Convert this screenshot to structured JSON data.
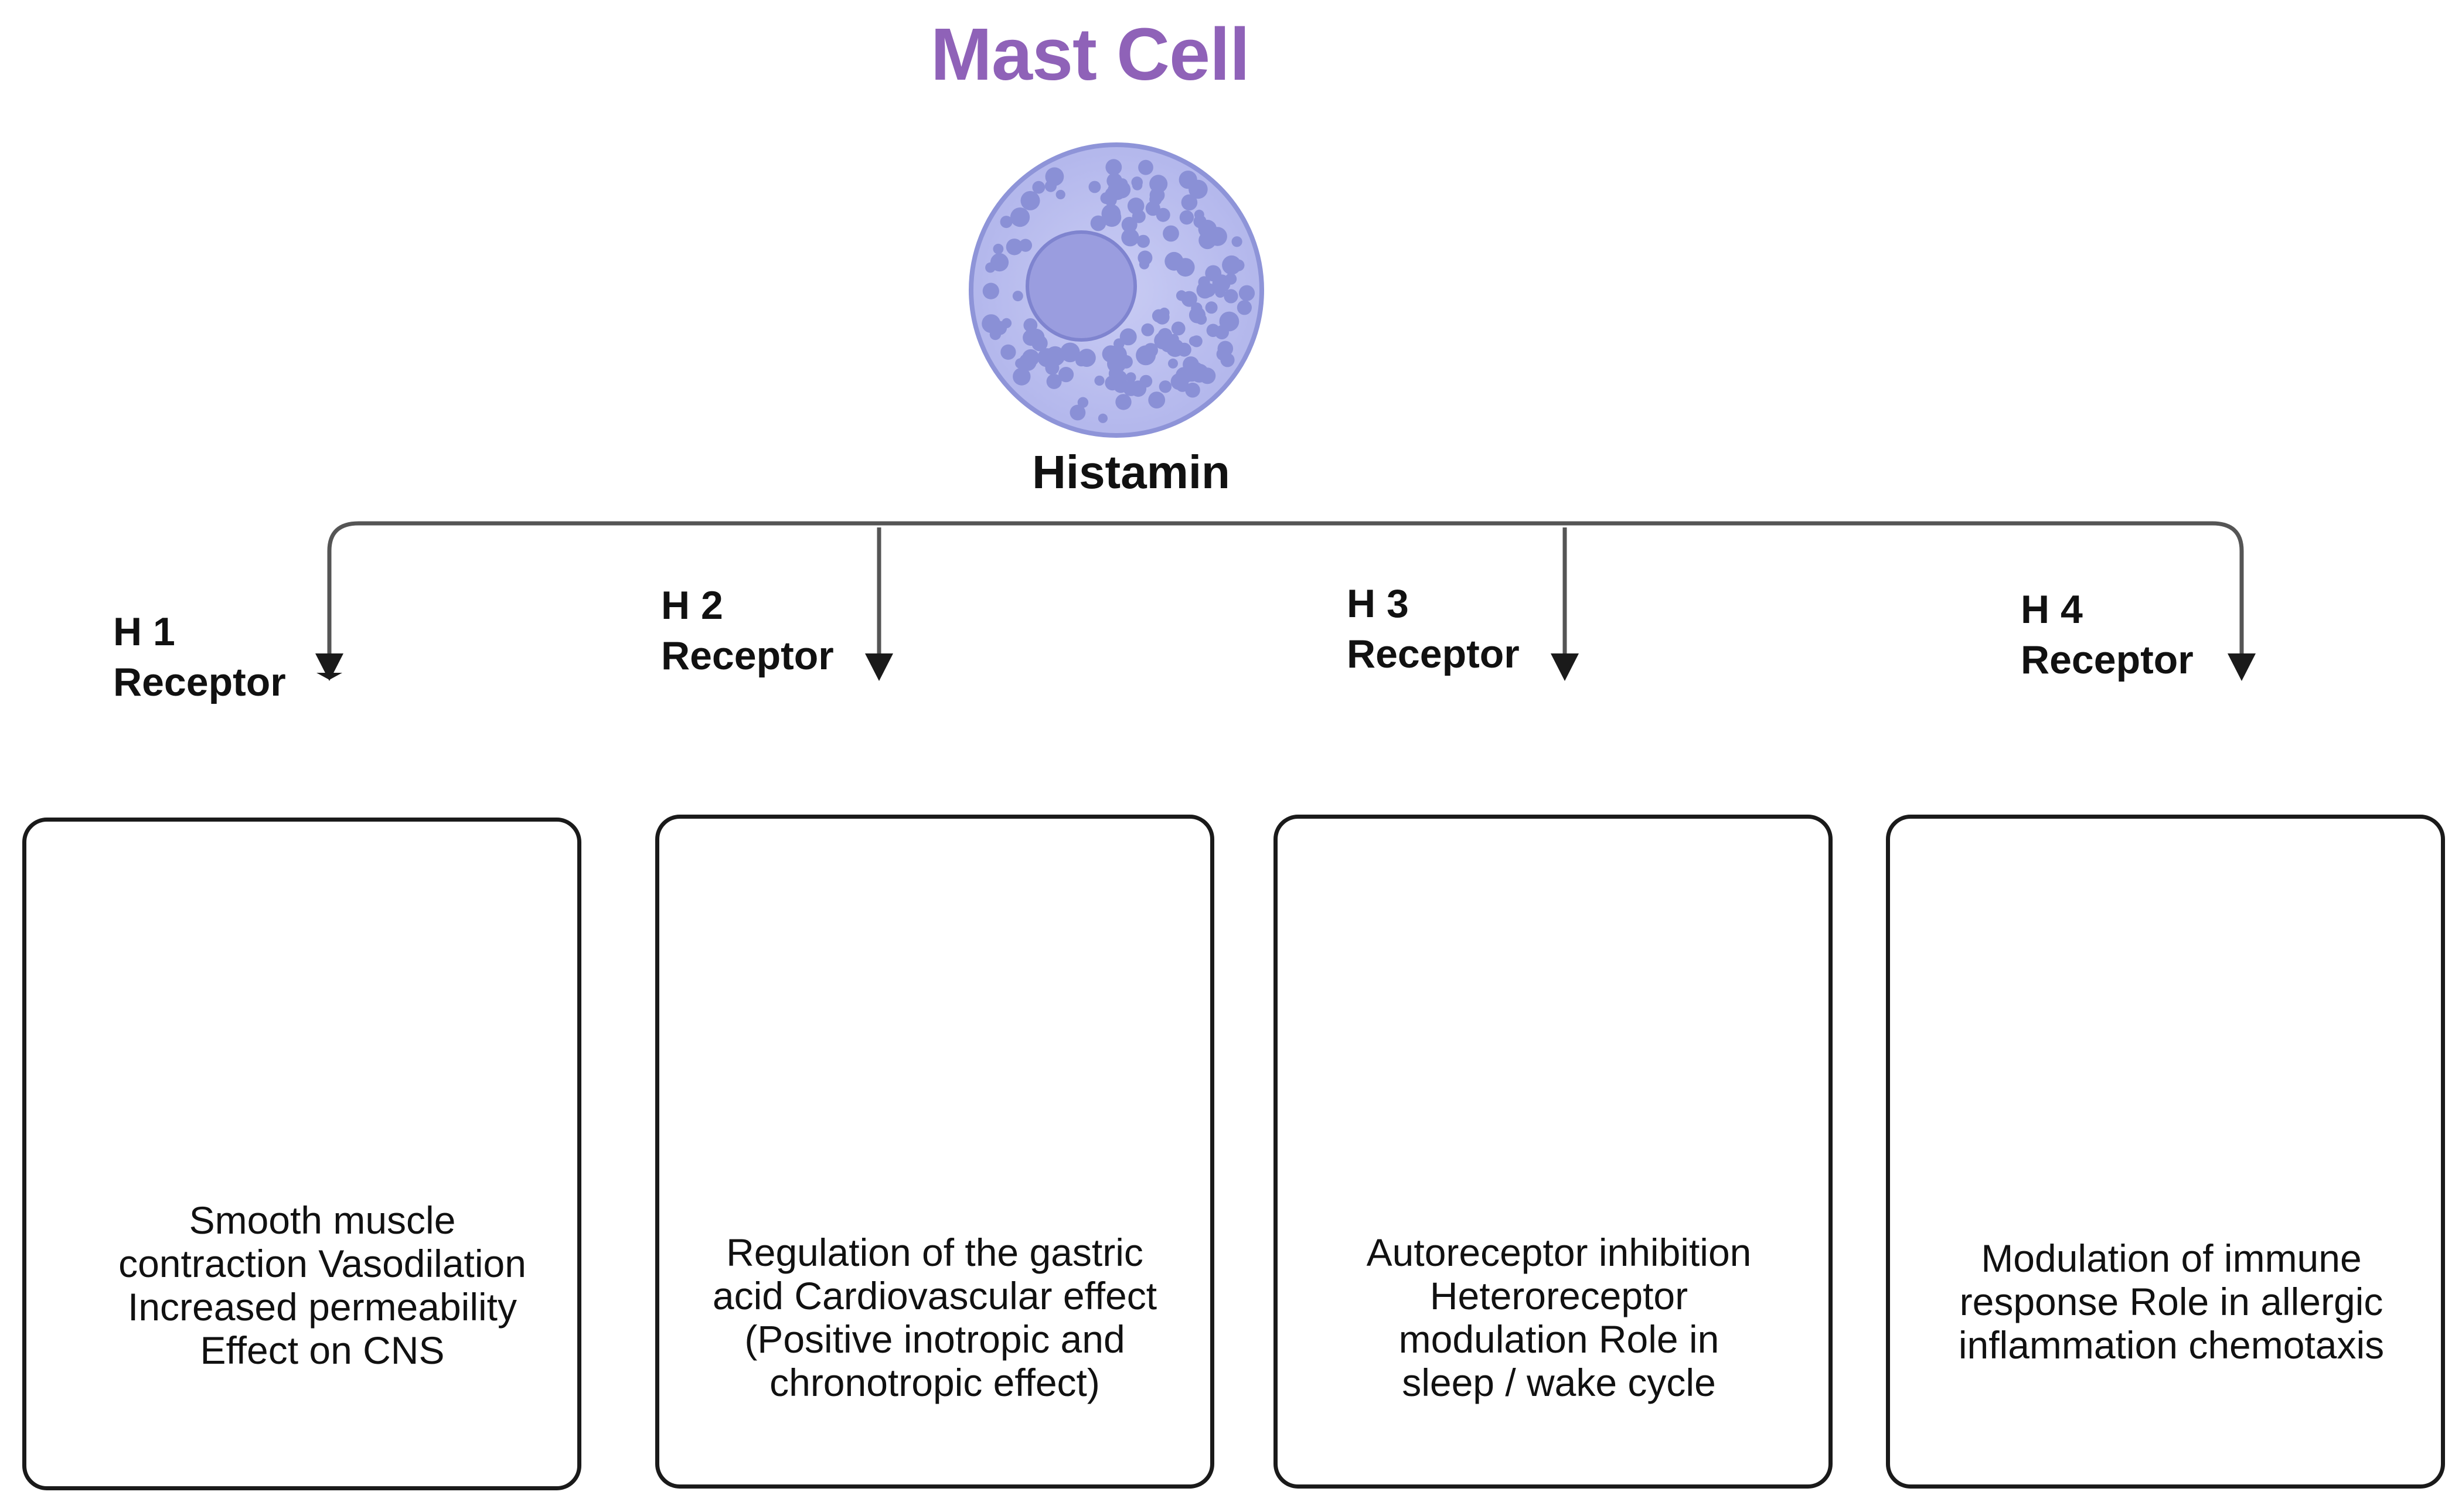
{
  "title": "Mast Cell",
  "mediator": "Histamin",
  "colors": {
    "title": "#8f62b8",
    "cell_fill": "#b9bdee",
    "cell_border": "#8e94d8",
    "nucleus": "#9a9ddf",
    "granule": "#8a90d6",
    "line": "#555555",
    "box_border": "#1a1a1a"
  },
  "receptors": [
    {
      "id": "h1",
      "name": "H 1",
      "suffix": "Receptor",
      "effects": [
        "Smooth muscle",
        "contraction Vasodilation",
        "Increased permeability",
        "Effect on CNS"
      ],
      "icons": [
        "brain-icon",
        "heart-icon",
        "blood-vessel-icon",
        "lung-alveoli-icon"
      ]
    },
    {
      "id": "h2",
      "name": "H 2",
      "suffix": "Receptor",
      "effects": [
        "Regulation of the gastric",
        "acid Cardiovascular effect",
        "(Positive inotropic and",
        "chronotropic effect)"
      ],
      "icons": [
        "heart-icon",
        "brain-icon",
        "stomach-icon"
      ]
    },
    {
      "id": "h3",
      "name": "H 3",
      "suffix": "Receptor",
      "effects": [
        "Autoreceptor inhibition",
        "Heteroreceptor",
        "modulation Role in",
        "sleep / wake cycle"
      ],
      "icons": [
        "neuron-icon",
        "lungs-icon",
        "heart-icon"
      ]
    },
    {
      "id": "h4",
      "name": "H 4",
      "suffix": "Receptor",
      "effects": [
        "Modulation of immune",
        "response Role in allergic",
        "inflammation chemotaxis"
      ],
      "icons": [
        "colon-icon"
      ]
    }
  ]
}
